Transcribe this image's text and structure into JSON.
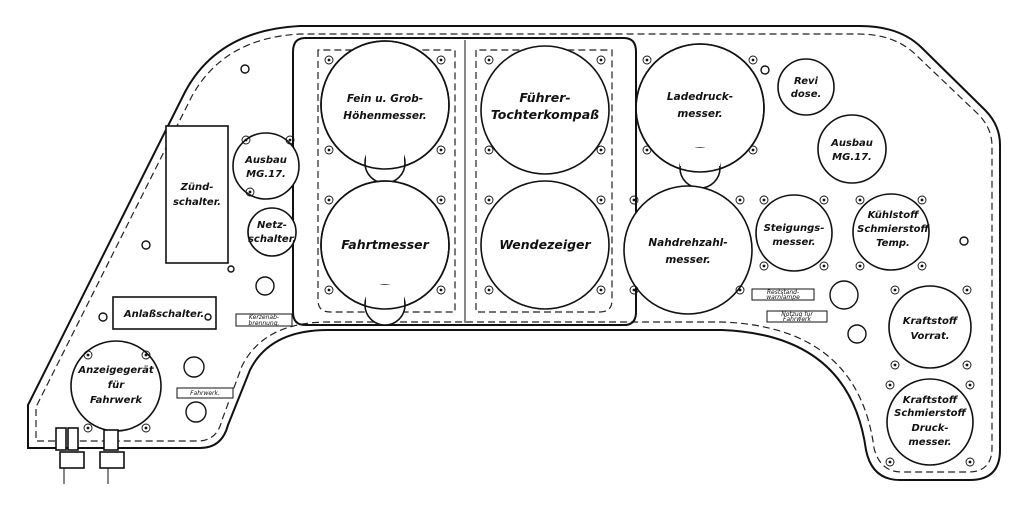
{
  "instruments": {
    "fein_hoehen": [
      "Fein u. Grob-",
      "Höhenmesser."
    ],
    "fuehrer_kompass": [
      "Führer-",
      "Tochterkompaß"
    ],
    "ladedruck": [
      "Ladedruck-",
      "messer."
    ],
    "revi_dose": [
      "Revi",
      "dose."
    ],
    "ausbau_right": [
      "Ausbau",
      "MG.17."
    ],
    "ausbau_left": [
      "Ausbau",
      "MG.17."
    ],
    "fahrtmesser": [
      "Fahrtmesser"
    ],
    "wendezeiger": [
      "Wendezeiger"
    ],
    "nahdrehzahl": [
      "Nahdrehzahl-",
      "messer."
    ],
    "steigungs": [
      "Steigungs-",
      "messer."
    ],
    "kuehlstoff": [
      "Kühlstoff",
      "Schmierstoff",
      "Temp."
    ],
    "kraftstoff_vorrat": [
      "Kraftstoff",
      "Vorrat."
    ],
    "kraftstoff_druck": [
      "Kraftstoff",
      "Schmierstoff",
      "Druck-",
      "messer."
    ],
    "anzeigegeraet": [
      "Anzeigegerät",
      "für",
      "Fahrwerk"
    ],
    "netzschalter": [
      "Netz-",
      "schalter."
    ],
    "zuendschalter": [
      "Zünd-",
      "schalter."
    ],
    "anlassschalter": [
      "Anlaßschalter."
    ]
  },
  "plates": {
    "kerzenab": [
      "Kerzenab-",
      "brennung."
    ],
    "fahrwerk": [
      "Fahrwerk."
    ],
    "reststand": [
      "Reststand-",
      "warnlampe"
    ],
    "notzug": [
      "Notzug für",
      "Fahrwerk"
    ]
  }
}
